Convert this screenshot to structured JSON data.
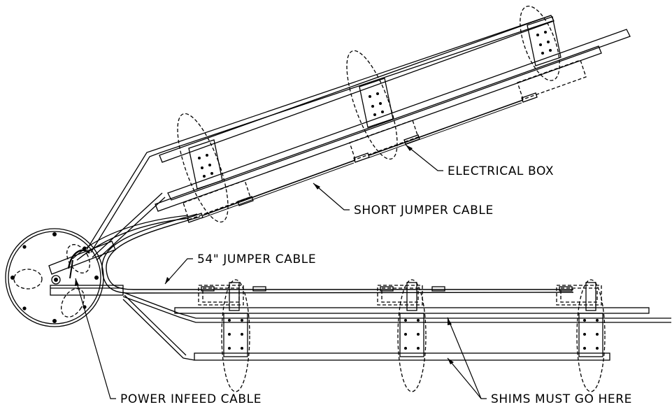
{
  "labels": {
    "electrical_box": "ELECTRICAL BOX",
    "short_jumper": "SHORT JUMPER CABLE",
    "jumper_54": "54\" JUMPER CABLE",
    "power_infeed": "POWER INFEED CABLE",
    "shims": "SHIMS MUST GO HERE"
  }
}
